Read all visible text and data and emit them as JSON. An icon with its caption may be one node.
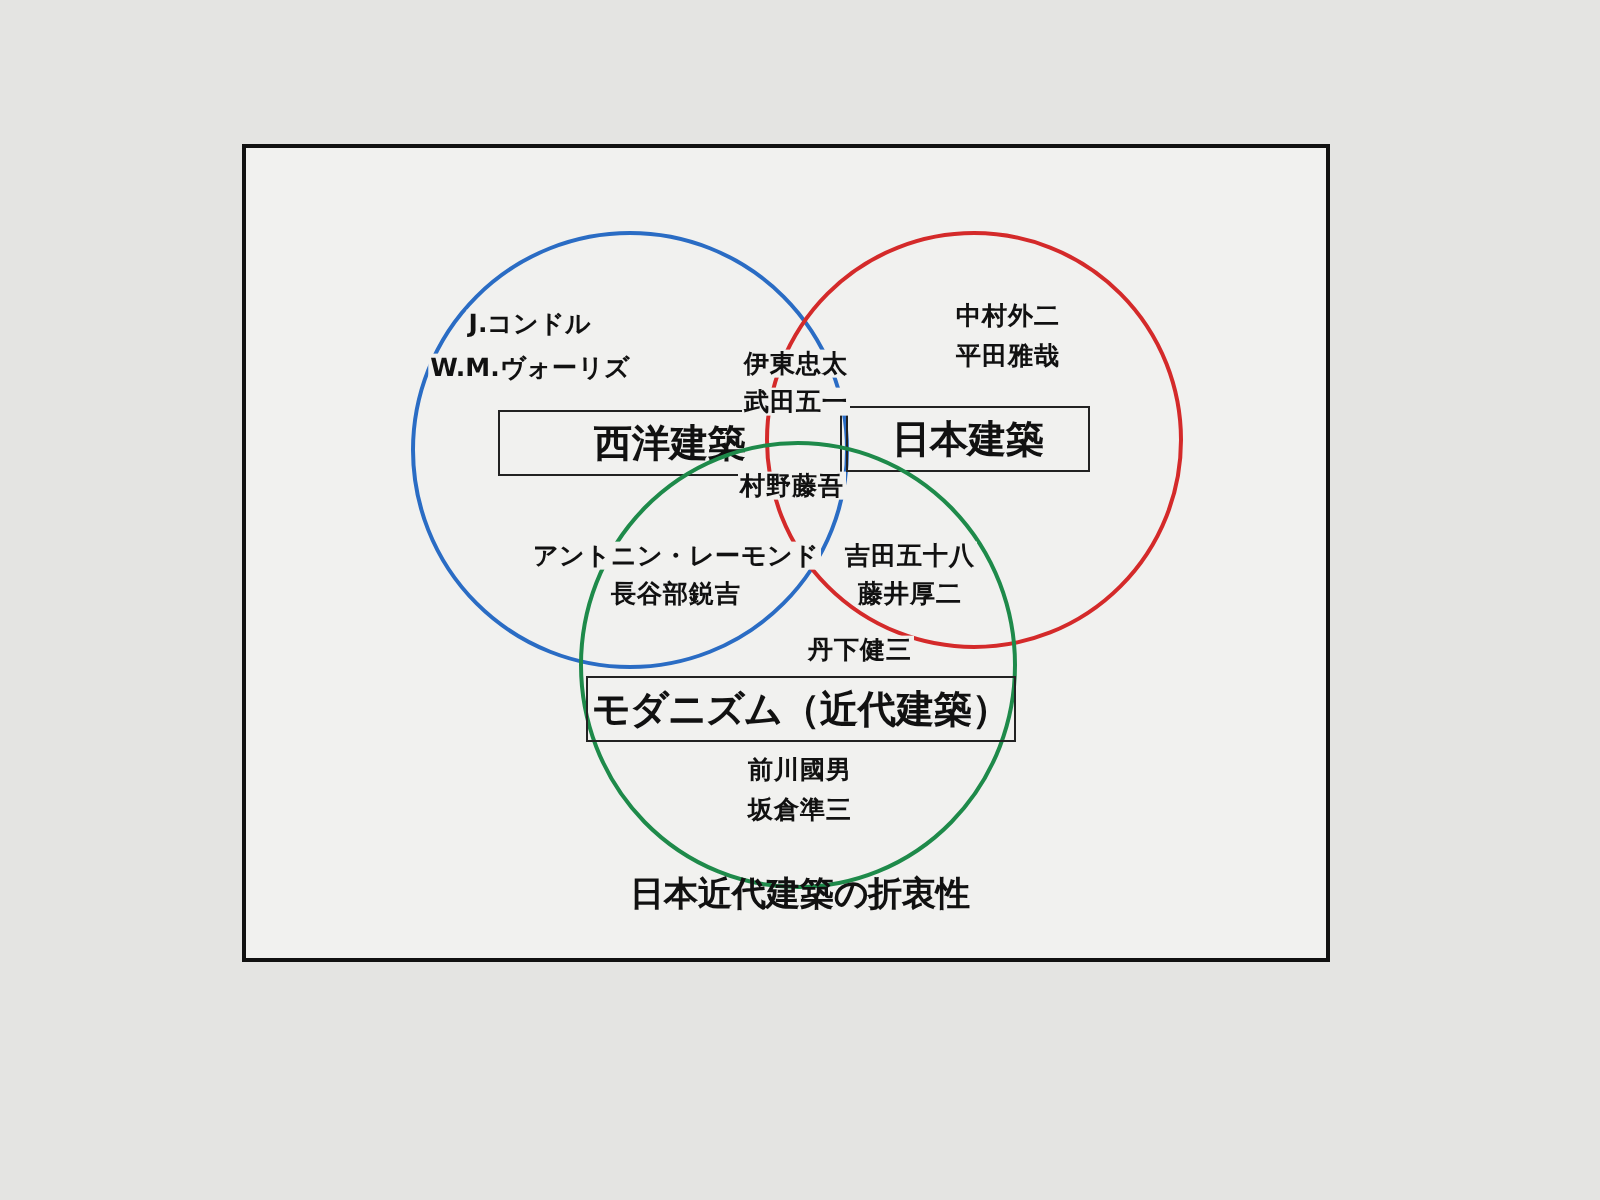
{
  "diagram": {
    "caption": "日本近代建築の折衷性",
    "nodes": [
      {
        "text": [],
        "shape": "circle"
      },
      {
        "text": [],
        "shape": "circle"
      },
      {
        "text": [],
        "shape": "circle"
      },
      {
        "text": [
          "西洋建築"
        ],
        "in": 0
      },
      {
        "text": [
          "日本建築"
        ],
        "in": 1
      },
      {
        "text": [
          "モダニズム（近代建築）"
        ],
        "in": 2
      }
    ],
    "labels": [
      "J.コンドル",
      "W.M.ヴォーリズ",
      "中村外二",
      "平田雅哉",
      "伊東忠太",
      "武田五一",
      "村野藤吾",
      "アントニン・レーモンド",
      "長谷部鋭吉",
      "吉田五十八",
      "藤井厚二",
      "丹下健三",
      "前川國男",
      "坂倉準三"
    ]
  }
}
